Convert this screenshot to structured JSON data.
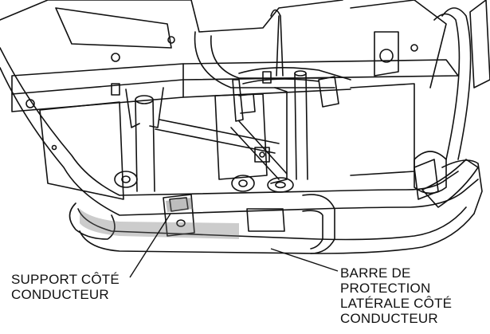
{
  "diagram": {
    "callouts": [
      {
        "id": "driver-support",
        "lines": [
          "SUPPORT CÔTÉ",
          "CONDUCTEUR"
        ]
      },
      {
        "id": "side-bar",
        "lines": [
          "BARRE DE",
          "PROTECTION",
          "LATÉRALE CÔTÉ",
          "CONDUCTEUR"
        ]
      }
    ]
  },
  "colors": {
    "ink": "#111111",
    "background": "#ffffff",
    "shade": "#6d6d6d"
  }
}
